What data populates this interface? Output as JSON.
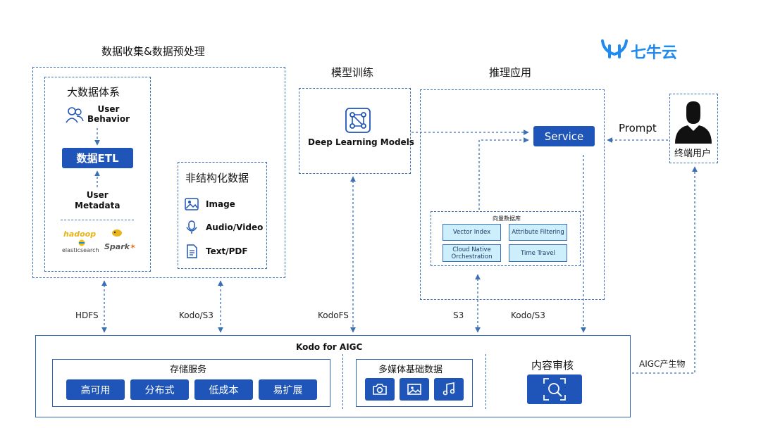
{
  "brand": {
    "name": "七牛云"
  },
  "sections": {
    "collect_title": "数据收集&数据预处理",
    "train_title": "模型训练",
    "infer_title": "推理应用"
  },
  "bigdata": {
    "title": "大数据体系",
    "user_behavior_1": "User",
    "user_behavior_2": "Behavior",
    "etl_button": "数据ETL",
    "user_metadata_1": "User",
    "user_metadata_2": "Metadata",
    "logo_hadoop": "hadoop",
    "logo_elasticsearch": "elasticsearch",
    "logo_spark": "Spark"
  },
  "unstructured": {
    "title": "非结构化数据",
    "items": [
      "Image",
      "Audio/Video",
      "Text/PDF"
    ]
  },
  "training": {
    "model_label": "Deep Learning Models"
  },
  "inference": {
    "service_button": "Service",
    "vector_db_title": "向量数据库",
    "vector_tiles": [
      "Vector Index",
      "Attribute Filtering",
      "Cloud Native Orchestration",
      "Time Travel"
    ]
  },
  "enduser": {
    "prompt_label": "Prompt",
    "user_label": "终端用户"
  },
  "connectors": {
    "hdfs": "HDFS",
    "kodo_s3_left": "Kodo/S3",
    "kodofs": "KodoFS",
    "s3": "S3",
    "kodo_s3_right": "Kodo/S3",
    "aigc_output": "AIGC产生物"
  },
  "kodo": {
    "title": "Kodo for AIGC",
    "storage_title": "存储服务",
    "storage_buttons": [
      "高可用",
      "分布式",
      "低成本",
      "易扩展"
    ],
    "media_title": "多媒体基础数据",
    "audit_title": "内容审核"
  },
  "colors": {
    "accent": "#1f55b8",
    "dashed": "#3b6fb6",
    "tile": "#cdeefb"
  }
}
